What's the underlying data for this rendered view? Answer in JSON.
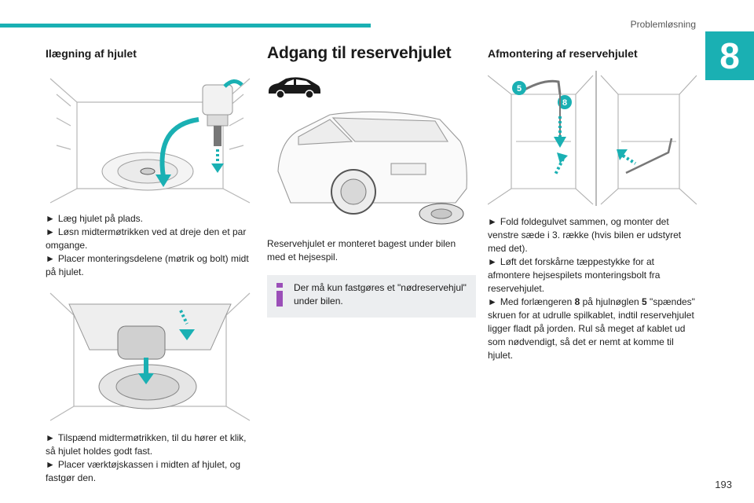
{
  "header": {
    "section_title": "Problemløsning",
    "chapter_number": "8",
    "accent_color": "#1ab0b3"
  },
  "page_number": "193",
  "col1": {
    "heading": "Ilægning af hjulet",
    "steps_a": [
      "Læg hjulet på plads.",
      "Løsn midtermøtrikken ved at dreje den et par omgange.",
      "Placer monteringsdelene (møtrik og bolt) midt på hjulet."
    ],
    "steps_b": [
      "Tilspænd midtermøtrikken, til du hører et klik, så hjulet holdes godt fast.",
      "Placer værktøjskassen i midten af hjulet, og fastgør den."
    ]
  },
  "col2": {
    "heading": "Adgang til reservehjulet",
    "body": "Reservehjulet er monteret bagest under bilen med et hejsespil.",
    "note": "Der må kun fastgøres et \"nødreservehjul\" under bilen."
  },
  "col3": {
    "heading": "Afmontering af reservehjulet",
    "badge_5": "5",
    "badge_8": "8",
    "steps": [
      "Fold foldegulvet sammen, og monter det venstre sæde i 3. række (hvis bilen er udstyret med det).",
      "Løft det forskårne tæppestykke for at afmontere hejsespilets monteringsbolt fra reservehjulet."
    ],
    "step3": {
      "t1": "Med forlængeren ",
      "b1": "8",
      "t2": " på hjulnøglen ",
      "b2": "5",
      "t3": " \"spændes\" skruen for at udrulle spilkablet, indtil reservehjulet ligger fladt på jorden. Rul så meget af kablet ud som nødvendigt, så det er nemt at komme til hjulet."
    }
  },
  "bullet": "►"
}
